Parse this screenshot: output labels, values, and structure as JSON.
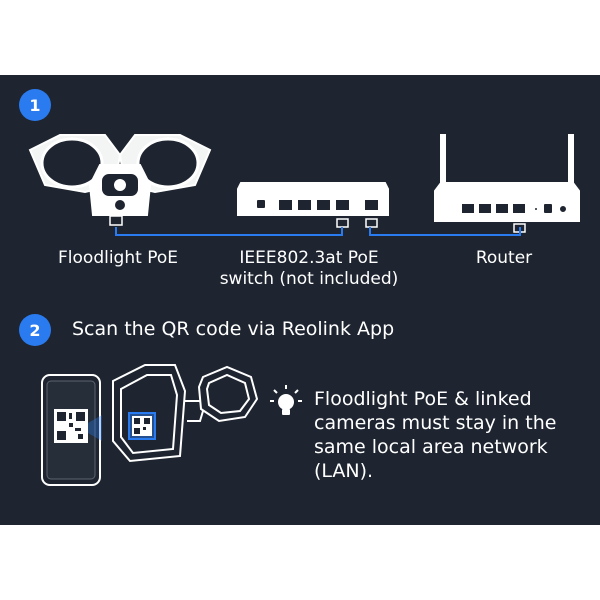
{
  "step1": {
    "number": "1",
    "labels": {
      "floodlight": "Floodlight PoE",
      "switch_line1": "IEEE802.3at PoE",
      "switch_line2": "switch (not included)",
      "router": "Router"
    }
  },
  "step2": {
    "number": "2",
    "title": "Scan the QR code via Reolink App",
    "note_lines": [
      "Floodlight PoE & linked",
      "cameras must stay in the",
      "same local area network",
      "(LAN)."
    ]
  },
  "colors": {
    "panel_bg": "#1e2530",
    "badge": "#2a7bef",
    "cable": "#2a7bef",
    "text": "#ffffff"
  },
  "icons": [
    "floodlight-camera-icon",
    "poe-switch-icon",
    "router-icon",
    "phone-qr-icon",
    "camera-back-qr-icon",
    "lightbulb-icon"
  ]
}
